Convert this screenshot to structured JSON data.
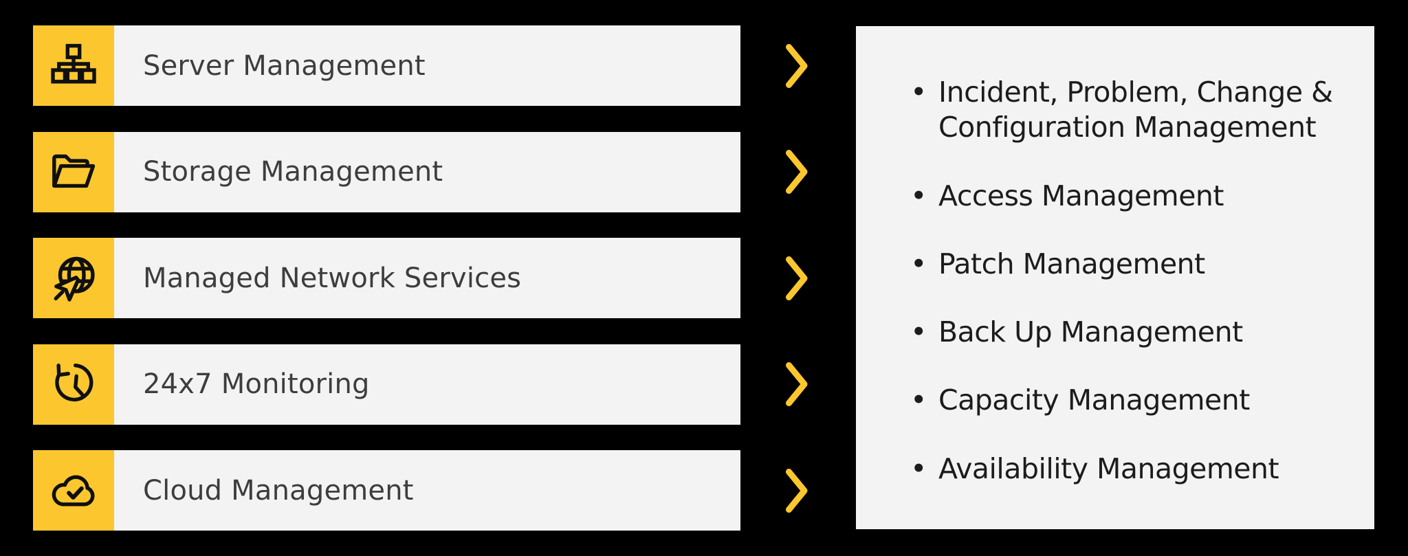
{
  "colors": {
    "yellow": "#FCC72E",
    "panel": "#F3F3F3",
    "bg": "#000000",
    "labeltext": "#3D3D3D",
    "listtext": "#1C1C1C"
  },
  "services": [
    {
      "label": "Server Management",
      "icon": "sitemap-icon"
    },
    {
      "label": "Storage Management",
      "icon": "folder-open-icon"
    },
    {
      "label": "Managed Network Services",
      "icon": "globe-cursor-icon"
    },
    {
      "label": "24x7 Monitoring",
      "icon": "clock-history-icon"
    },
    {
      "label": "Cloud Management",
      "icon": "cloud-check-icon"
    }
  ],
  "details_panel": {
    "bullet": "•",
    "items": [
      "Incident, Problem, Change & Configuration Management",
      "Access Management",
      "Patch Management",
      "Back Up Management",
      "Capacity Management",
      "Availability Management"
    ]
  }
}
